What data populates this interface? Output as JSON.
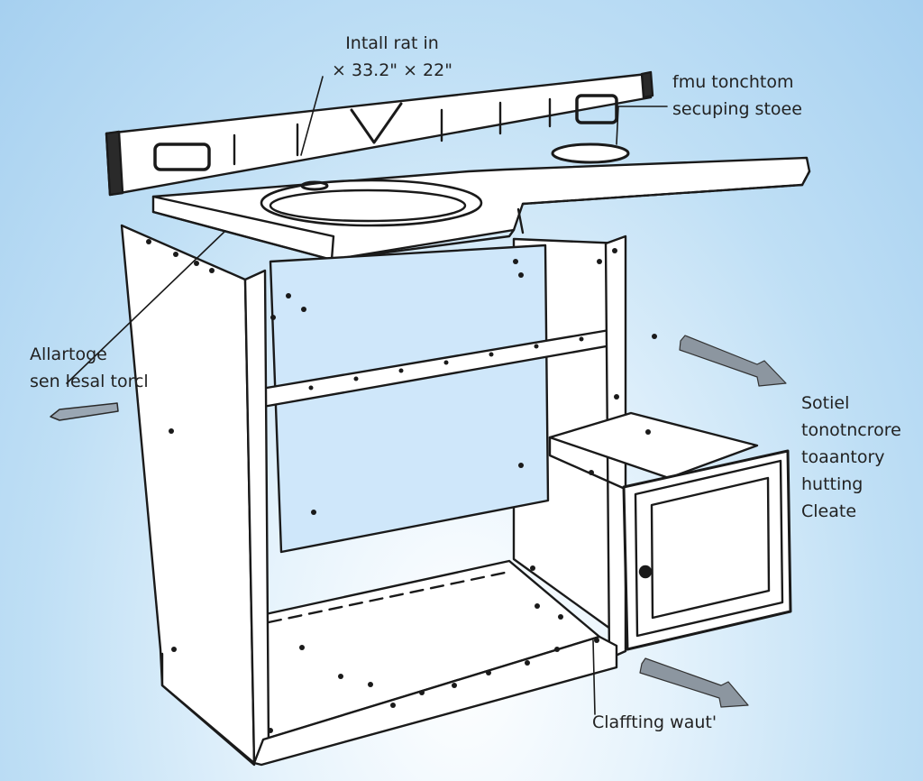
{
  "labels": {
    "top": "Intall rat in\n× 33.2\" × 22\"",
    "top_right": "fmu tonchtom\nsecuping stoee",
    "left": "Allartoge\nsen lesal torcl",
    "right": "Sotiel\ntonotncrore\ntoaantory\nhutting\nCleate",
    "bottom": "Claffting waut'"
  },
  "icons": [
    "arrow-left-icon",
    "arrow-right-icon",
    "arrow-right-down-icon"
  ],
  "colors": {
    "background": "#bfdff5",
    "panel_fill": "#cfe7fa",
    "line": "#1a1a1a",
    "bar": "#2a2a2a"
  }
}
